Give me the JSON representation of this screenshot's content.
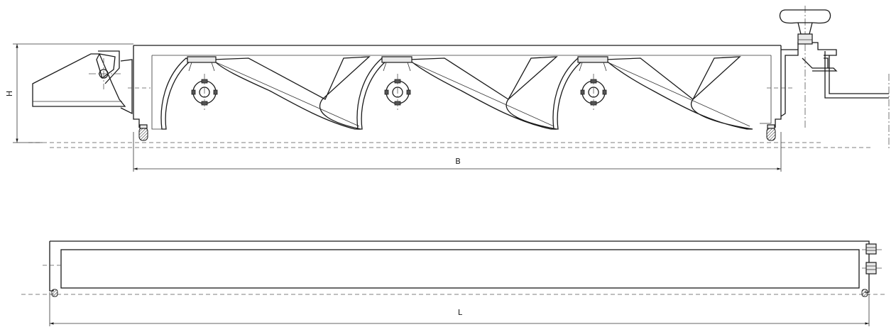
{
  "labels": {
    "height": "H",
    "width": "B",
    "length": "L"
  }
}
